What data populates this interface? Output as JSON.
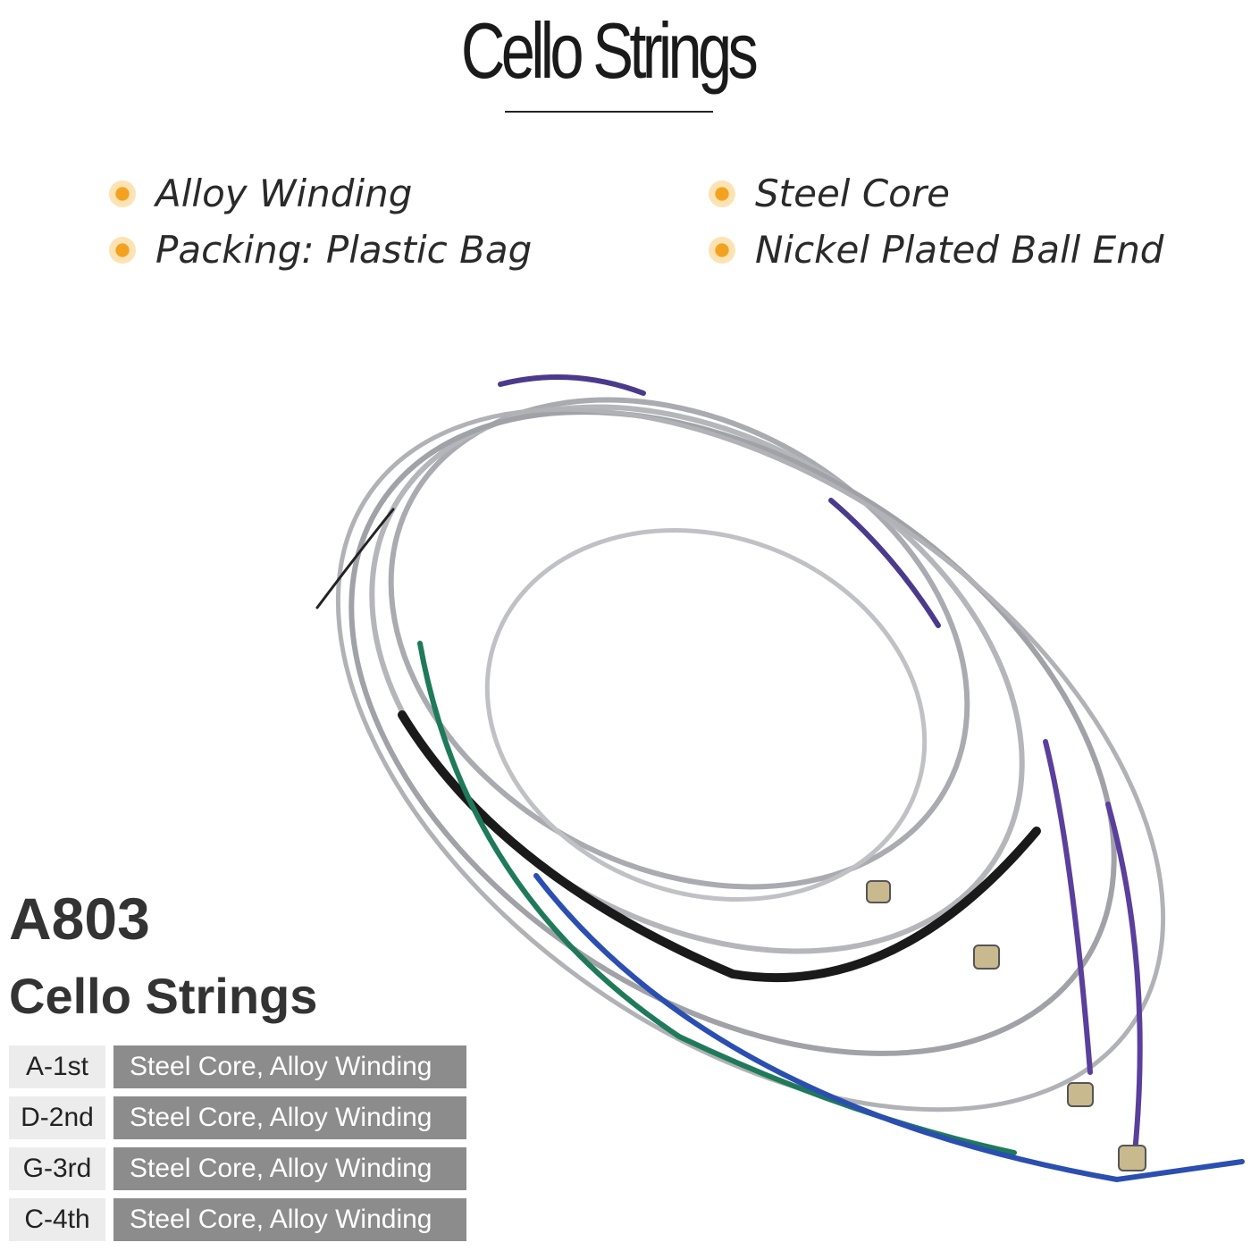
{
  "header": {
    "title": "Cello Strings"
  },
  "features": [
    {
      "label": "Alloy Winding"
    },
    {
      "label": "Packing: Plastic Bag"
    },
    {
      "label": "Steel Core"
    },
    {
      "label": "Nickel Plated Ball End"
    }
  ],
  "product": {
    "model": "A803",
    "name": "Cello Strings"
  },
  "specs": [
    {
      "name": "A-1st",
      "desc": "Steel Core, Alloy Winding"
    },
    {
      "name": "D-2nd",
      "desc": "Steel Core, Alloy Winding"
    },
    {
      "name": "G-3rd",
      "desc": "Steel Core, Alloy Winding"
    },
    {
      "name": "C-4th",
      "desc": "Steel Core, Alloy Winding"
    }
  ],
  "colors": {
    "bullet": "#f3a21f",
    "spec_bar": "#8c8c8c",
    "string_silver": "#a9abb0",
    "wrap_purple": "#4b3a8c",
    "wrap_green": "#1f7a5a",
    "wrap_blue": "#2a4fb0"
  }
}
